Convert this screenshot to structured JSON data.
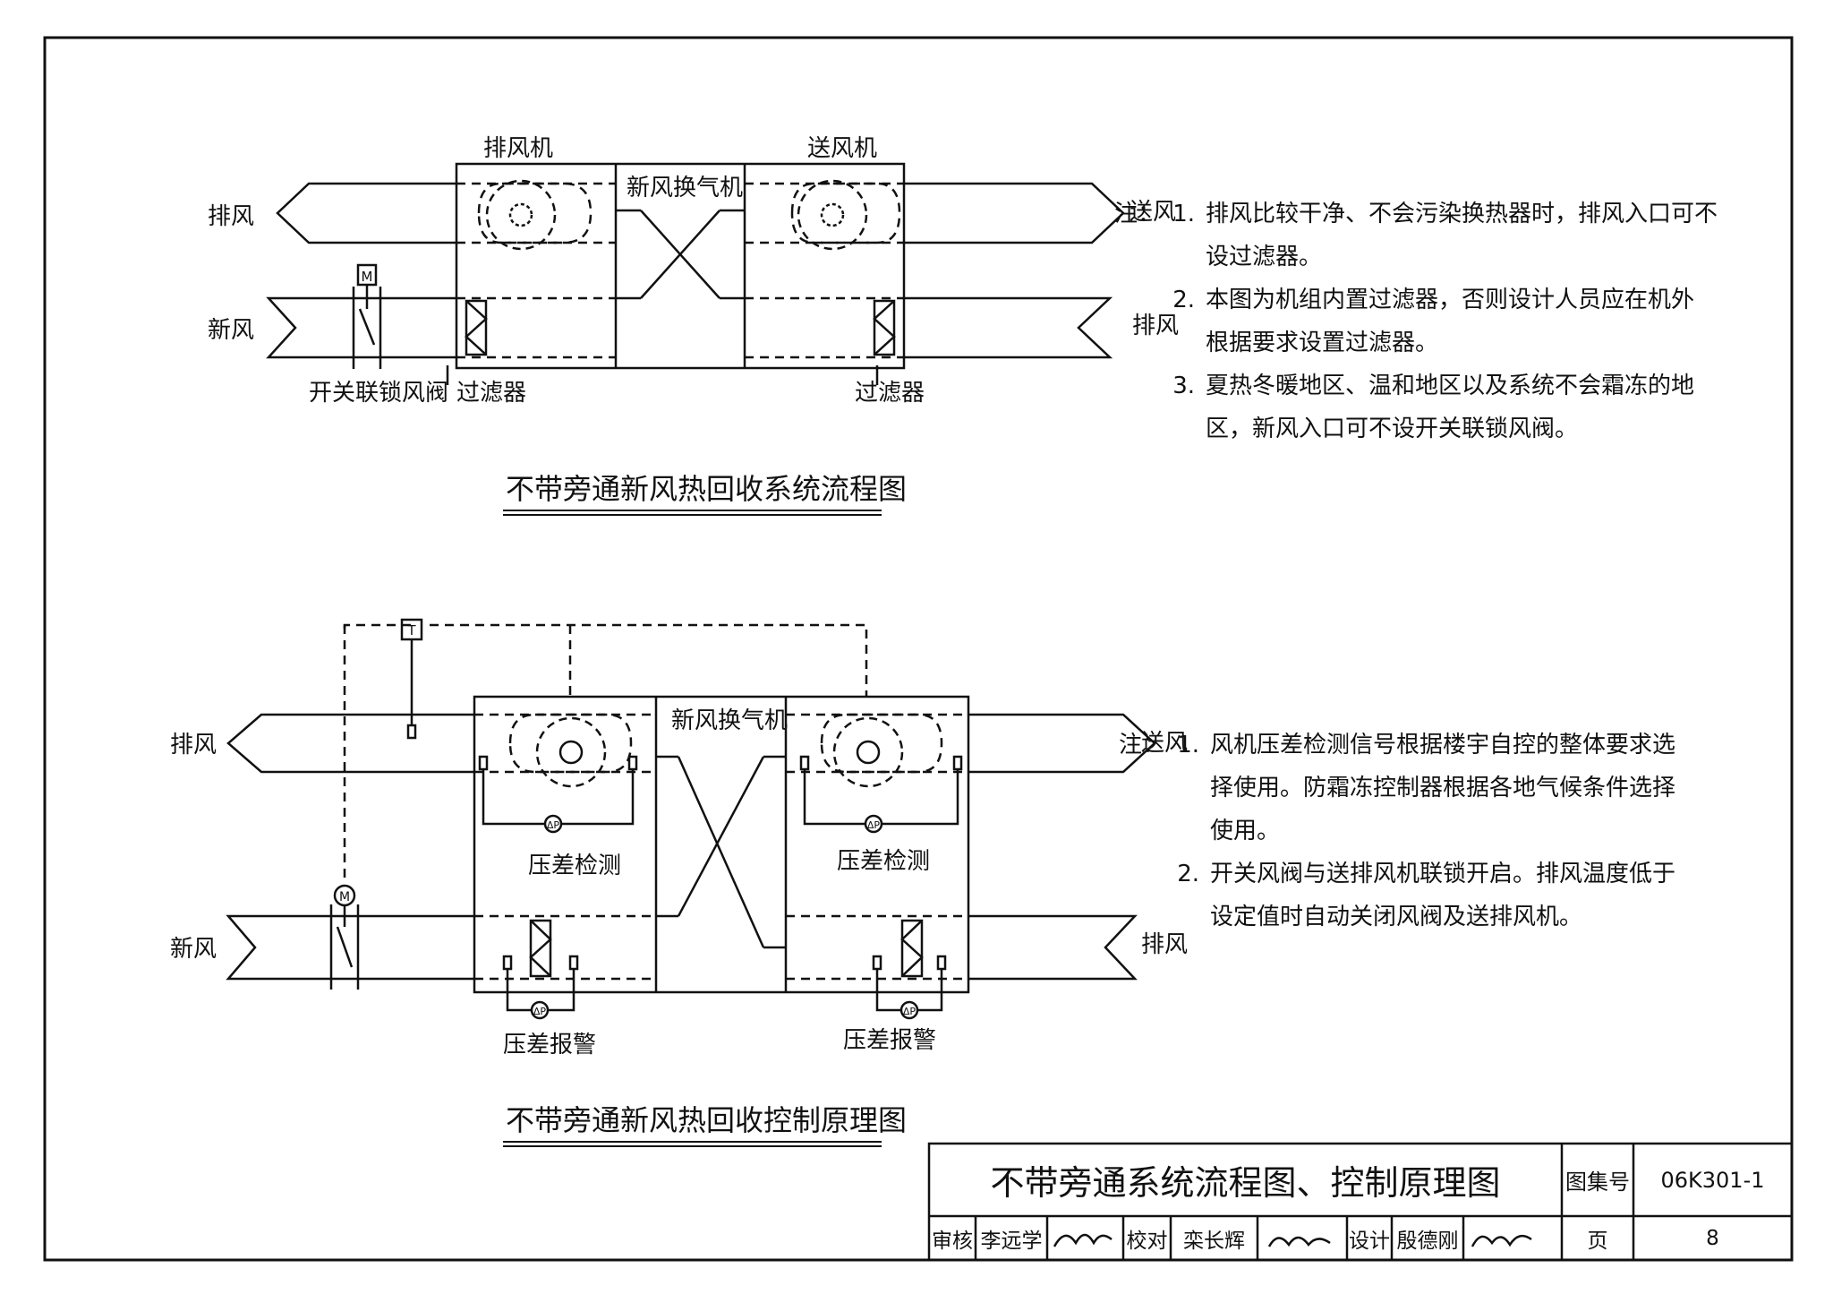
{
  "diagram1": {
    "title": "不带旁通新风热回收系统流程图",
    "exhaust_fan": "排风机",
    "supply_fan": "送风机",
    "erv": "新风换气机",
    "exhaust_left": "排风",
    "fresh_left": "新风",
    "supply_right": "送风",
    "exhaust_right": "排风",
    "damper": "开关联锁风阀",
    "filter_left": "过滤器",
    "filter_right": "过滤器",
    "motor": "M",
    "notes_prefix": "注：",
    "notes": [
      {
        "num": "1.",
        "lines": [
          "排风比较干净、不会污染换热器时，排风入口可不",
          "设过滤器。"
        ]
      },
      {
        "num": "2.",
        "lines": [
          "本图为机组内置过滤器，否则设计人员应在机外",
          "根据要求设置过滤器。"
        ]
      },
      {
        "num": "3.",
        "lines": [
          "夏热冬暖地区、温和地区以及系统不会霜冻的地",
          "区，新风入口可不设开关联锁风阀。"
        ]
      }
    ]
  },
  "diagram2": {
    "title": "不带旁通新风热回收控制原理图",
    "erv": "新风换气机",
    "exhaust_left": "排风",
    "fresh_left": "新风",
    "supply_right": "送风",
    "exhaust_right": "排风",
    "dp_detect_left": "压差检测",
    "dp_detect_right": "压差检测",
    "dp_alarm_left": "压差报警",
    "dp_alarm_right": "压差报警",
    "temp_sensor": "T",
    "motor": "M",
    "dp_symbol": "ΔP",
    "notes_prefix": "注：",
    "notes": [
      {
        "num": "1.",
        "lines": [
          "风机压差检测信号根据楼宇自控的整体要求选",
          "择使用。防霜冻控制器根据各地气候条件选择",
          "使用。"
        ]
      },
      {
        "num": "2.",
        "lines": [
          "开关风阀与送排风机联锁开启。排风温度低于",
          "设定值时自动关闭风阀及送排风机。"
        ]
      }
    ]
  },
  "title_block": {
    "main_title": "不带旁通系统流程图、控制原理图",
    "atlas_label": "图集号",
    "atlas_no": "06K301-1",
    "review_label": "审核",
    "reviewer": "李远学",
    "check_label": "校对",
    "checker": "栾长辉",
    "design_label": "设计",
    "designer": "殷德刚",
    "page_label": "页",
    "page_no": "8"
  }
}
